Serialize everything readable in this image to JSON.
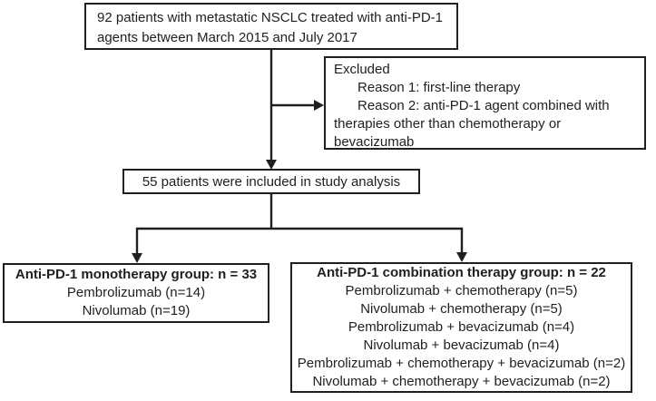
{
  "flowchart": {
    "colors": {
      "line": "#1f1f1f",
      "text": "#1f1f1f",
      "background": "#ffffff",
      "box_fill": "#ffffff"
    },
    "enrolled_box": {
      "lines": [
        "92 patients with metastatic NSCLC treated with anti-PD-1",
        "agents between March 2015 and July 2017"
      ]
    },
    "excluded_box": {
      "title": "Excluded",
      "reason1": "Reason 1: first-line therapy",
      "reason2_lines": [
        "Reason 2: anti-PD-1 agent combined with",
        "therapies other than chemotherapy or",
        "bevacizumab"
      ]
    },
    "included_box": {
      "text": "55 patients were included in study analysis"
    },
    "monotherapy_box": {
      "title": "Anti-PD-1 monotherapy group: n = 33",
      "items": [
        "Pembrolizumab (n=14)",
        "Nivolumab (n=19)"
      ]
    },
    "combination_box": {
      "title": "Anti-PD-1 combination therapy group: n = 22",
      "items": [
        "Pembrolizumab + chemotherapy (n=5)",
        "Nivolumab + chemotherapy (n=5)",
        "Pembrolizumab + bevacizumab (n=4)",
        "Nivolumab + bevacizumab (n=4)",
        "Pembrolizumab + chemotherapy + bevacizumab (n=2)",
        "Nivolumab + chemotherapy + bevacizumab (n=2)"
      ]
    }
  }
}
